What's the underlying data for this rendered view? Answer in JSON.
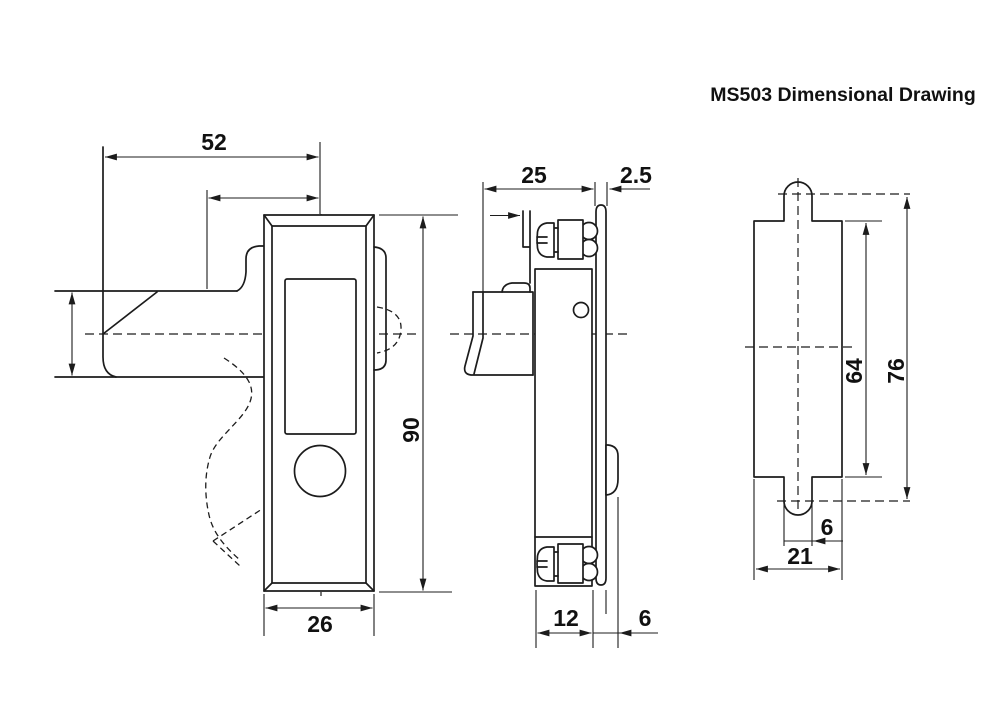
{
  "title": "MS503 Dimensional Drawing",
  "colors": {
    "line": "#1c1c1c",
    "background": "#ffffff"
  },
  "front_view": {
    "dims": {
      "handle_to_center": "52",
      "body_height": "90",
      "body_width": "26"
    }
  },
  "side_view": {
    "dims": {
      "mounting_depth": "25",
      "panel_thickness": "2.5",
      "body_depth": "12",
      "rear_protrusion": "6"
    }
  },
  "rear_view": {
    "dims": {
      "inner_height": "64",
      "overall_height": "76",
      "notch_width": "6",
      "cutout_width": "21"
    }
  }
}
